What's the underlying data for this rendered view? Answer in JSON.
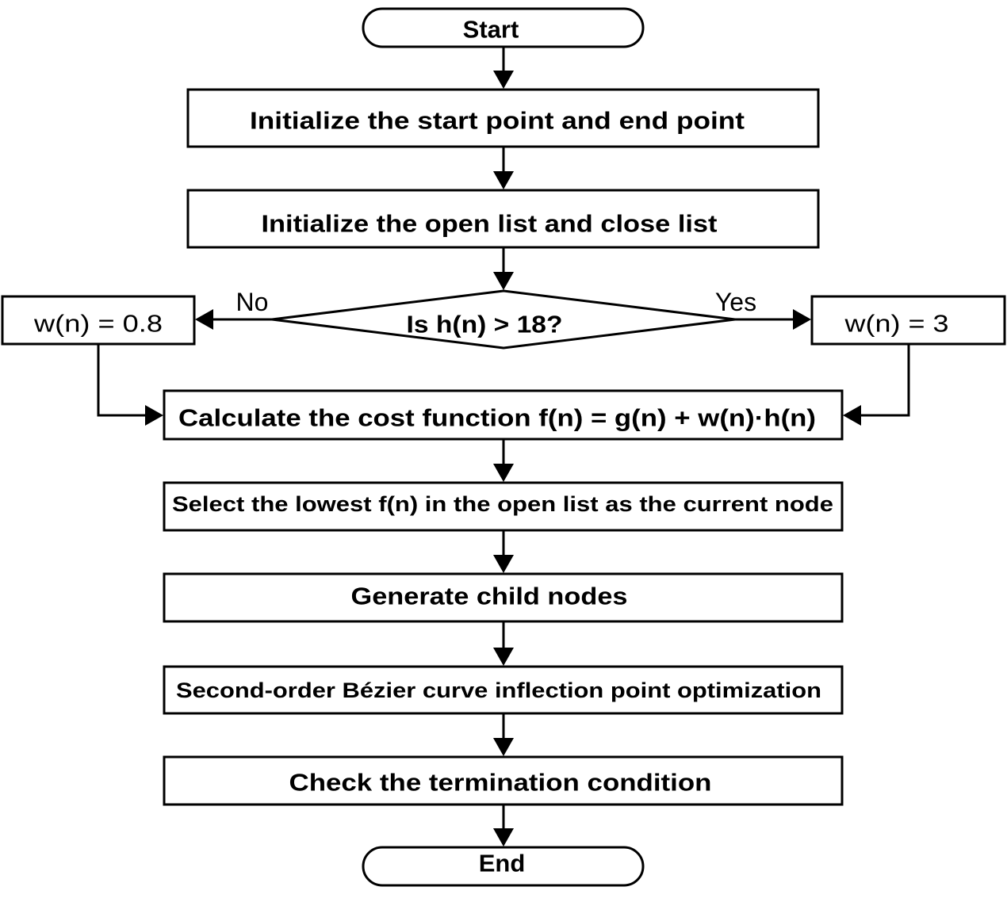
{
  "flowchart": {
    "start_label": "Start",
    "end_label": "End",
    "steps": {
      "init_points": "Initialize the start point and end point",
      "init_lists": "Initialize the open list and close list",
      "decision": "Is h(n) > 18?",
      "branch_no": "No",
      "branch_yes": "Yes",
      "weight_no": "w(n) = 0.8",
      "weight_yes": "w(n) = 3",
      "cost_function": "Calculate the cost function f(n) = g(n) + w(n)·h(n)",
      "select_node": "Select the lowest f(n) in the open list as the current node",
      "generate_children": "Generate child nodes",
      "bezier_optimization": "Second-order Bézier curve inflection point optimization",
      "check_termination": "Check the termination condition"
    }
  }
}
